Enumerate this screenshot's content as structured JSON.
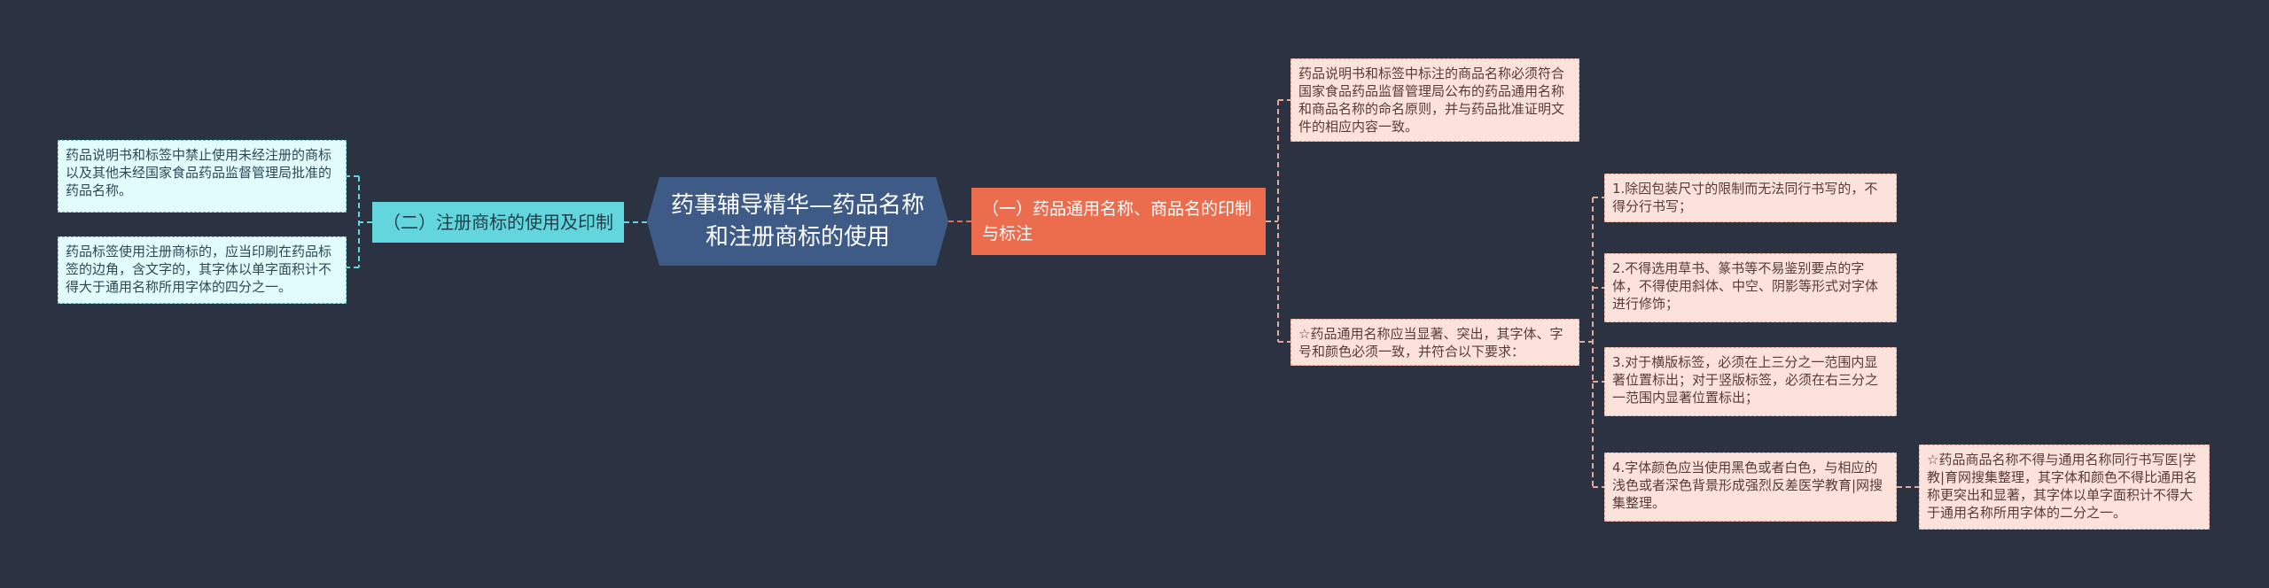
{
  "root": {
    "title": "药事辅导精华—药品名称和注册商标的使用"
  },
  "left_branch": {
    "label": "（二）注册商标的使用及印制",
    "children": [
      "药品说明书和标签中禁止使用未经注册的商标以及其他未经国家食品药品监督管理局批准的药品名称。",
      "药品标签使用注册商标的，应当印刷在药品标签的边角，含文字的，其字体以单字面积计不得大于通用名称所用字体的四分之一。"
    ]
  },
  "right_branch": {
    "label": "（一）药品通用名称、商品名的印制与标注",
    "children": [
      "药品说明书和标签中标注的商品名称必须符合国家食品药品监督管理局公布的药品通用名称和商品名称的命名原则，并与药品批准证明文件的相应内容一致。",
      "☆药品通用名称应当显著、突出，其字体、字号和颜色必须一致，并符合以下要求："
    ],
    "requirements": [
      "1.除因包装尺寸的限制而无法同行书写的，不得分行书写；",
      "2.不得选用草书、篆书等不易鉴别要点的字体，不得使用斜体、中空、阴影等形式对字体进行修饰；",
      "3.对于横版标签，必须在上三分之一范围内显著位置标出；对于竖版标签，必须在右三分之一范围内显著位置标出；",
      "4.字体颜色应当使用黑色或者白色，与相应的浅色或者深色背景形成强烈反差医学教育|网搜集整理。"
    ],
    "note": "☆药品商品名称不得与通用名称同行书写医|学教|育网搜集整理，其字体和颜色不得比通用名称更突出和显著，其字体以单字面积计不得大于通用名称所用字体的二分之一。"
  },
  "colors": {
    "background": "#2b3241",
    "root": "#3e5a86",
    "left_branch": "#62d6dc",
    "right_branch": "#ec6d4e",
    "teal_leaf": "#e2fbfb",
    "pink_leaf": "#fbe3dc"
  }
}
